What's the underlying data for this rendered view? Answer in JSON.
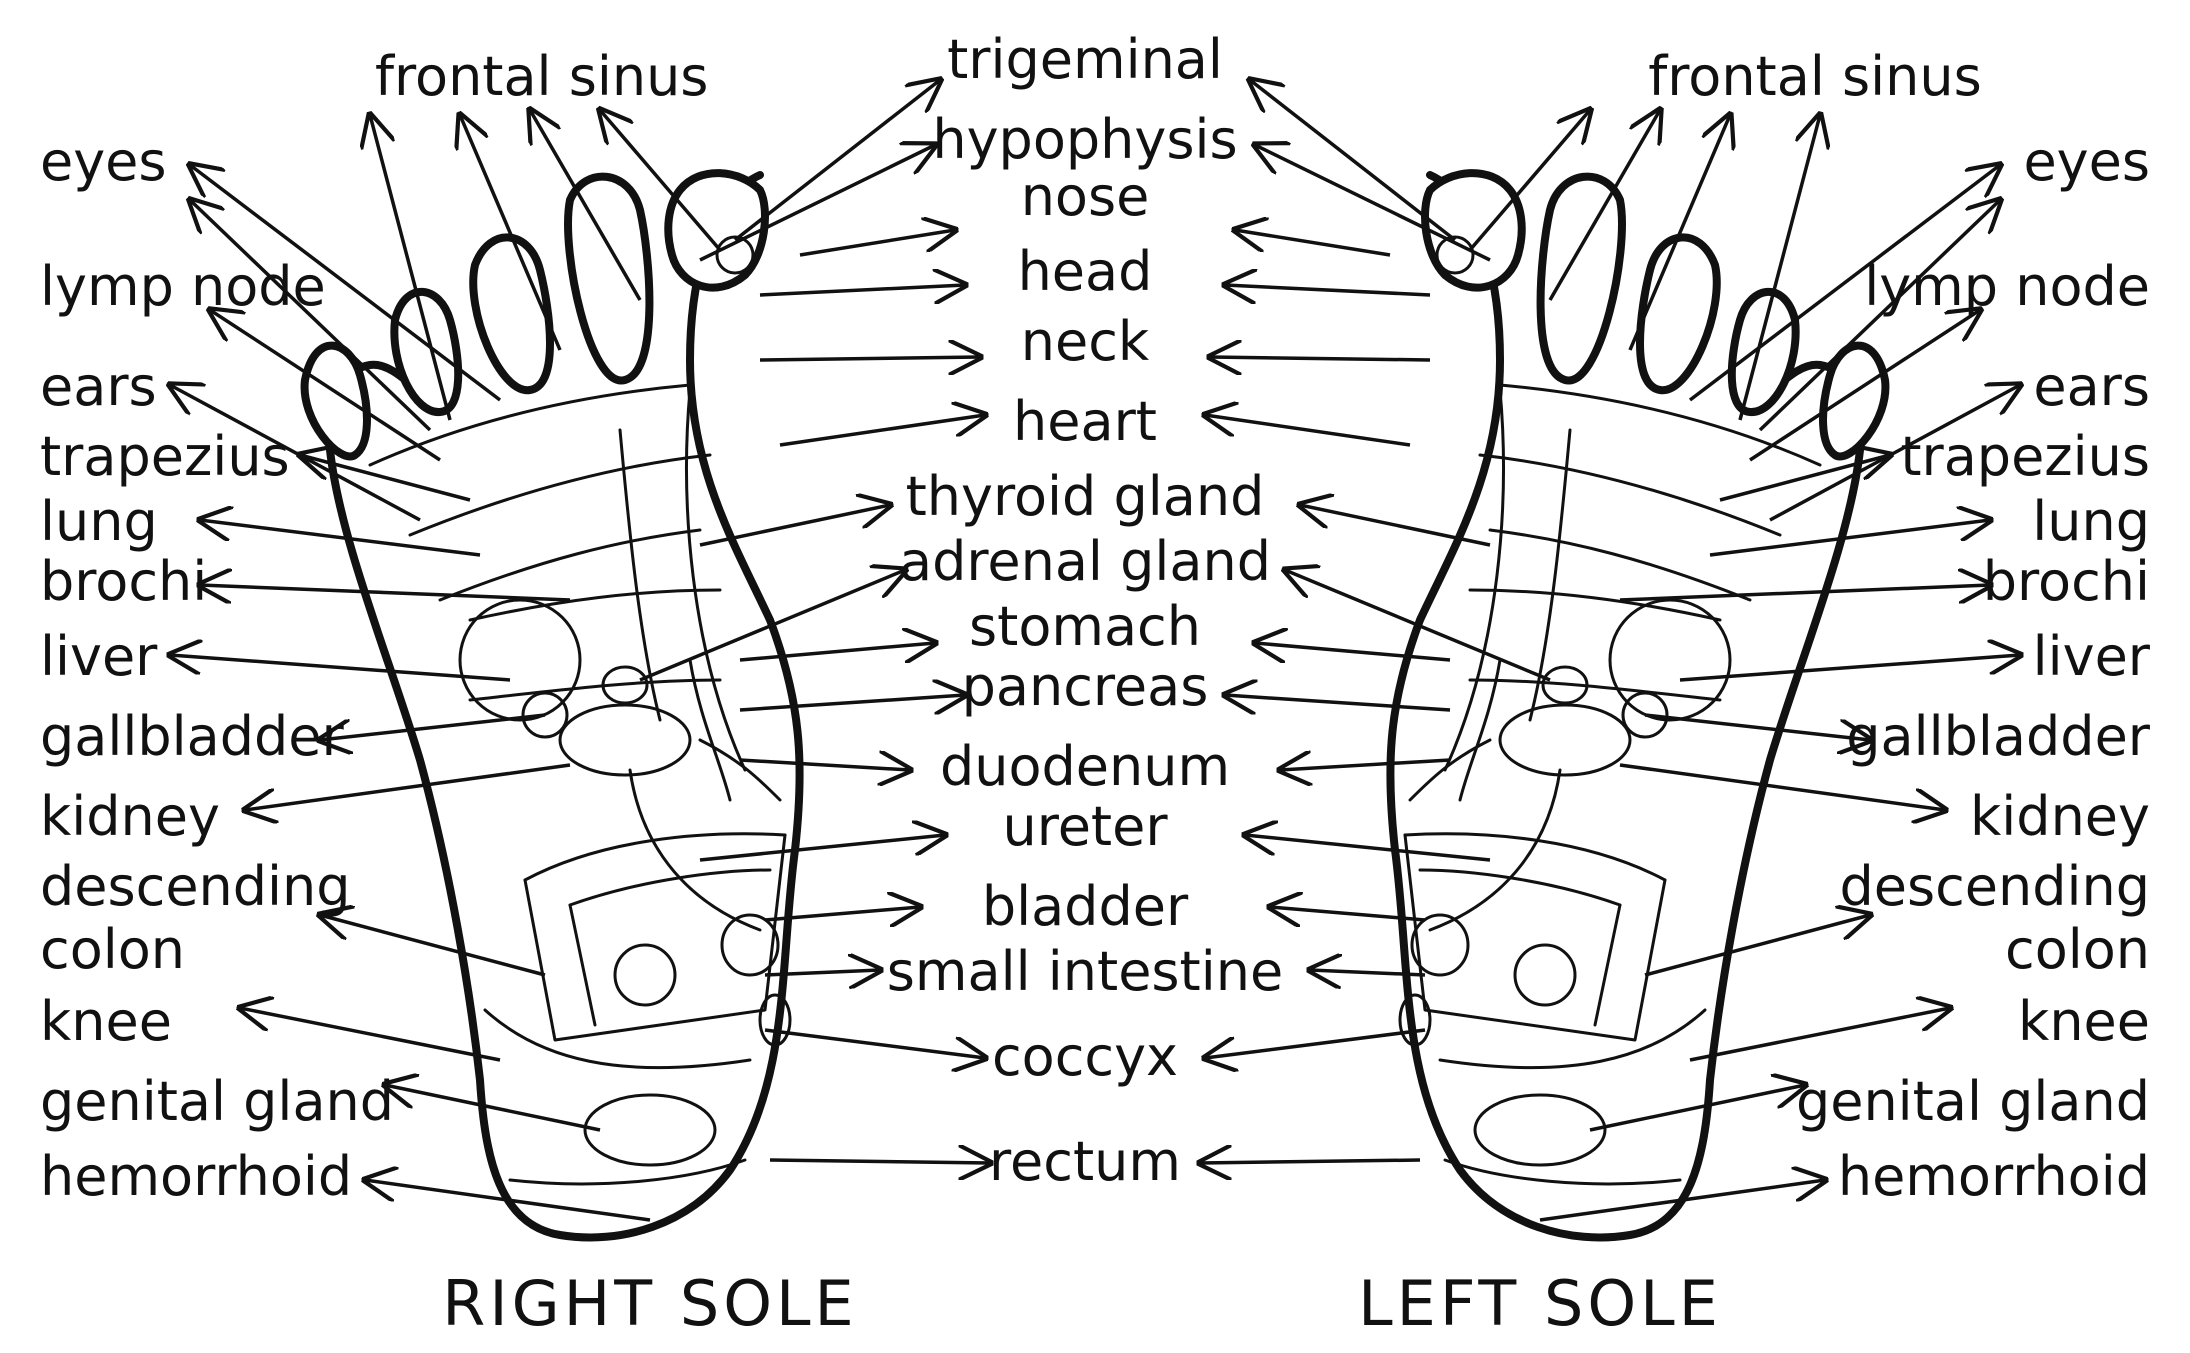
{
  "colors": {
    "ink": "#111111",
    "background": "#ffffff"
  },
  "titles": {
    "right_sole": "RIGHT SOLE",
    "left_sole": "LEFT SOLE"
  },
  "labels": {
    "center": {
      "trigeminal": "trigeminal",
      "hypophysis": "hypophysis",
      "nose": "nose",
      "head": "head",
      "neck": "neck",
      "heart": "heart",
      "thyroid_gland": "thyroid  gland",
      "adrenal_gland": "adrenal  gland",
      "stomach": "stomach",
      "pancreas": "pancreas",
      "duodenum": "duodenum",
      "ureter": "ureter",
      "bladder": "bladder",
      "small_intestine": "small  intestine",
      "coccyx": "coccyx",
      "rectum": "rectum"
    },
    "right": {
      "frontal_sinus": "frontal  sinus",
      "eyes": "eyes",
      "lymp_node": "lymp  node",
      "ears": "ears",
      "trapezius": "trapezius",
      "lung": "lung",
      "brochi": "brochi",
      "liver": "liver",
      "gallbladder": "gallbladder",
      "kidney": "kidney",
      "descending": "descending",
      "colon": "colon",
      "knee": "knee",
      "genital_gland": "genital  gland",
      "hemorrhoid": "hemorrhoid"
    },
    "left": {
      "frontal_sinus": "frontal  sinus",
      "eyes": "eyes",
      "lymp_node": "lymp  node",
      "ears": "ears",
      "trapezius": "trapezius",
      "lung": "lung",
      "brochi": "brochi",
      "liver": "liver",
      "gallbladder": "gallbladder",
      "kidney": "kidney",
      "descending": "descending",
      "colon": "colon",
      "knee": "knee",
      "genital_gland": "genital  gland",
      "hemorrhoid": "hemorrhoid"
    }
  }
}
